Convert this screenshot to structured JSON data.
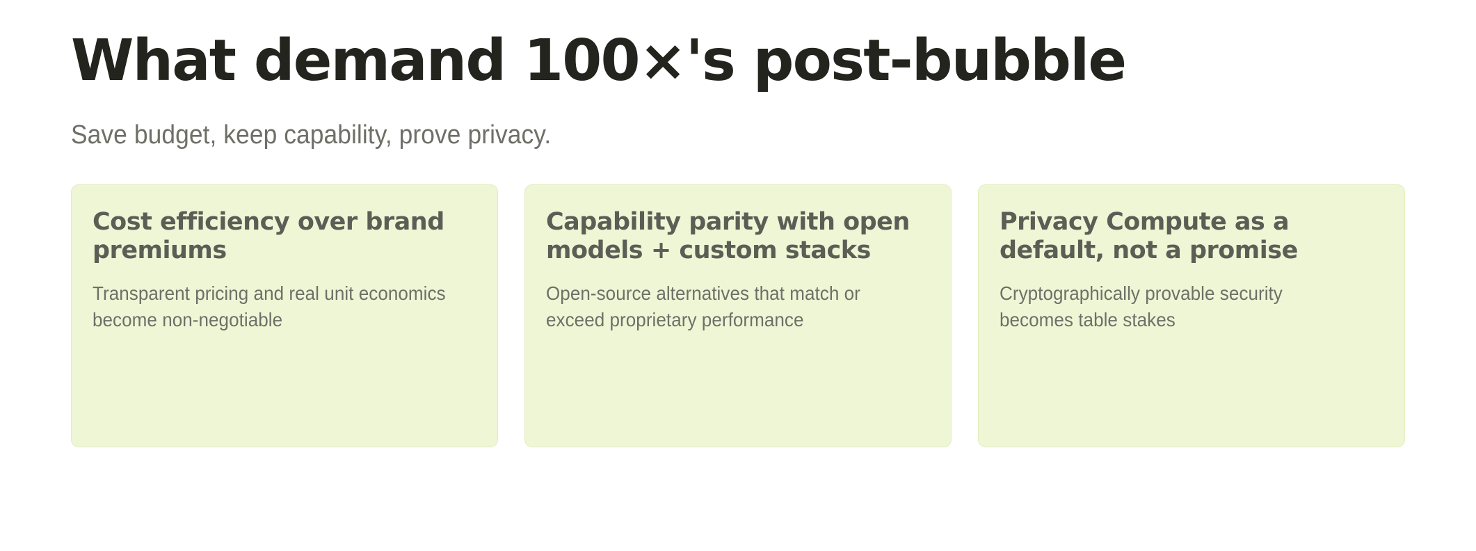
{
  "section": {
    "title": "What demand 100×'s post-bubble",
    "subtitle": "Save budget, keep capability, prove privacy.",
    "cards": [
      {
        "title": "Cost efficiency over brand premiums",
        "body": "Transparent pricing and real unit economics become non-negotiable"
      },
      {
        "title": "Capability parity with open models + custom stacks",
        "body": "Open-source alternatives that match or exceed proprietary performance"
      },
      {
        "title": "Privacy Compute as a default, not a promise",
        "body": "Cryptographically provable security becomes table stakes"
      }
    ]
  },
  "colors": {
    "page_background": "#FFFFFF",
    "title_text": "#22241D",
    "subtitle_text": "#6E7067",
    "card_background": "#EFF6D6",
    "card_border": "#E2EDBF",
    "card_title_text": "#5C5E55",
    "card_body_text": "#6E7067"
  }
}
